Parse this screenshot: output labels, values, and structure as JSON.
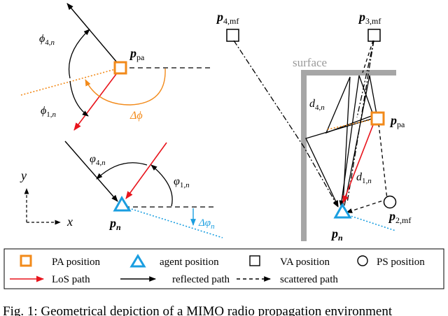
{
  "figure": {
    "labels": {
      "phi4": {
        "sym": "ϕ",
        "sub": "4,",
        "subn": "n"
      },
      "phi1": {
        "sym": "ϕ",
        "sub": "1,",
        "subn": "n"
      },
      "p_pa_left": {
        "sym": "p",
        "sub": "pa"
      },
      "delta_phi": "Δϕ",
      "varphi4": {
        "sym": "φ",
        "sub": "4,",
        "subn": "n"
      },
      "varphi1": {
        "sym": "φ",
        "sub": "1,",
        "subn": "n"
      },
      "p_n_left": {
        "sym": "p",
        "sub": "n"
      },
      "delta_varphi": {
        "sym": "Δφ",
        "sub": "n"
      },
      "axis_y": "y",
      "axis_x": "x",
      "p4mf": {
        "sym": "p",
        "sub": "4,mf"
      },
      "p3mf": {
        "sym": "p",
        "sub": "3,mf"
      },
      "surface": "surface",
      "d4n": {
        "sym": "d",
        "sub": "4,",
        "subn": "n"
      },
      "p_pa_right": {
        "sym": "p",
        "sub": "pa"
      },
      "d1n": {
        "sym": "d",
        "sub": "1,",
        "subn": "n"
      },
      "p2mf": {
        "sym": "p",
        "sub": "2,mf"
      },
      "p_n_right": {
        "sym": "p",
        "sub": "n"
      }
    },
    "colors": {
      "pa_orange": "#f28a1a",
      "agent_blue": "#1a9ee0",
      "los_red": "#e8141c",
      "surface_gray": "#a6a6a6",
      "ink": "#000000"
    }
  },
  "legend": {
    "pa_position": "PA position",
    "agent_position": "agent position",
    "va_position": "VA position",
    "ps_position": "PS position",
    "los_path": "LoS path",
    "reflected_path": "reflected path",
    "scattered_path": "scattered path"
  },
  "caption": "Fig. 1: Geometrical depiction of a MIMO radio propagation environment"
}
